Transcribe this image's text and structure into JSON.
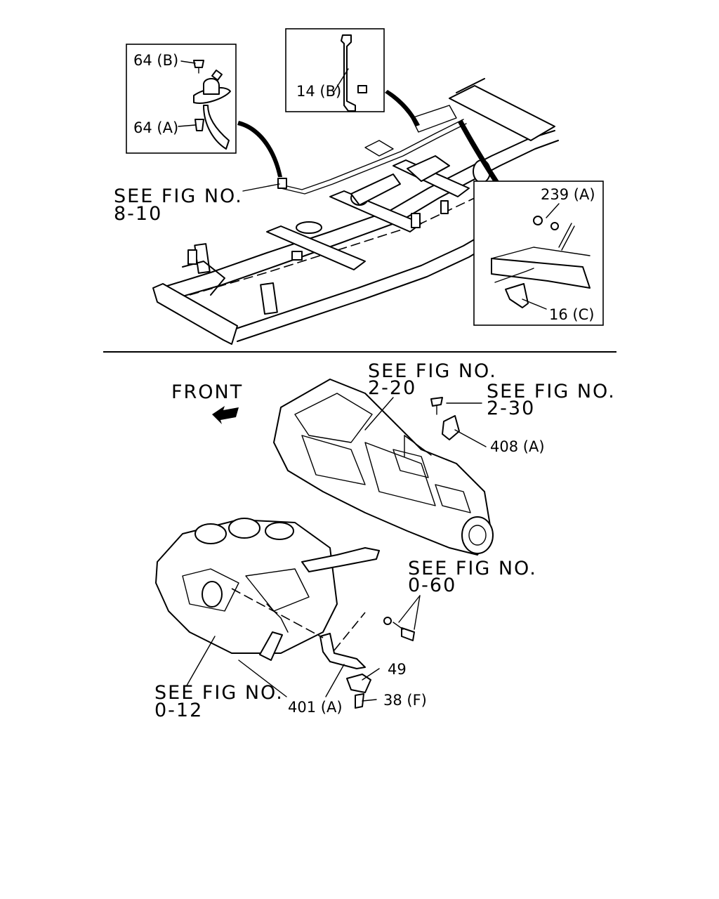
{
  "labels": {
    "p64b": "64 (B)",
    "p64a": "64 (A)",
    "p14b": "14 (B)",
    "p239a": "239 (A)",
    "p16c": "16 (C)",
    "see": "SEE FIG NO.",
    "fig810": "8-10",
    "fig220": "2-20",
    "fig230": "2-30",
    "fig060": "0-60",
    "fig012": "0-12",
    "front": "FRONT",
    "p408a": "408 (A)",
    "p49": "49",
    "p401a": "401 (A)",
    "p38f": "38 (F)"
  }
}
